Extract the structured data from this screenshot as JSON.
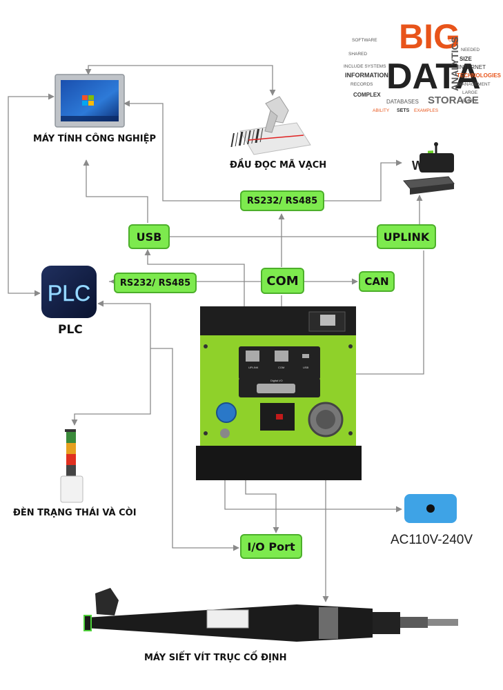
{
  "nodes": {
    "computer": "MÁY TÍNH CÔNG NGHIỆP",
    "barcode": "ĐẦU ĐỌC MÃ VẠCH",
    "plc_logo": "PLC",
    "plc": "PLC",
    "tower": "ĐÈN TRẠNG THÁI VÀ CÒI",
    "psu": "AC110V-240V",
    "tool": "MÁY SIẾT VÍT TRỤC CỐ ĐỊNH",
    "wifi_logo": "WiFi"
  },
  "boxes": {
    "rs_top": "RS232/ RS485",
    "usb": "USB",
    "uplink": "UPLINK",
    "rs_left": "RS232/ RS485",
    "com": "COM",
    "can": "CAN",
    "io": "I/O Port"
  },
  "bigdata": {
    "big": "BIG",
    "data": "DATA",
    "words_left": [
      "SOFTWARE",
      "SHARED",
      "INCLUDE SYSTEMS",
      "INFORMATION",
      "RECORDS",
      "COMPLEX",
      "ABILITY",
      "SETS",
      "EXAMPLES"
    ],
    "words_right": [
      "ANALYTICS",
      "CAN",
      "NEEDED",
      "SIZE",
      "INTERNET",
      "TECHNOLOGIES",
      "MANAGEMENT",
      "LARGE",
      "EVERY"
    ],
    "words_bottom": [
      "DATABASES",
      "STORAGE"
    ]
  },
  "controller": {
    "port_uplink": "UPLINK",
    "port_com": "COM",
    "port_usb": "USB",
    "port_digital": "Digital I/O"
  },
  "colors": {
    "green_box": "#7dea4e",
    "controller_green": "#8fd12a",
    "arrow": "#8a8a8a",
    "psu_blue": "#3ea3e6"
  }
}
